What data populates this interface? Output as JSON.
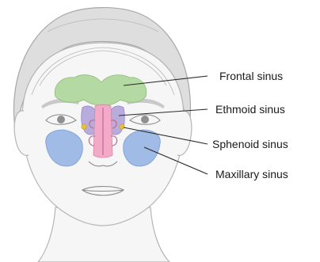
{
  "diagram": {
    "labels": {
      "frontal": "Frontal sinus",
      "ethmoid": "Ethmoid sinus",
      "sphenoid": "Sphenoid sinus",
      "maxillary": "Maxillary sinus"
    },
    "colors": {
      "frontal": "#b5d9a3",
      "ethmoid": "#b8acdc",
      "sphenoid": "#e8c040",
      "maxillary": "#9fbbe6",
      "nasal_cavity": "#f2aac8",
      "leader_line": "#2a2a2a"
    }
  }
}
